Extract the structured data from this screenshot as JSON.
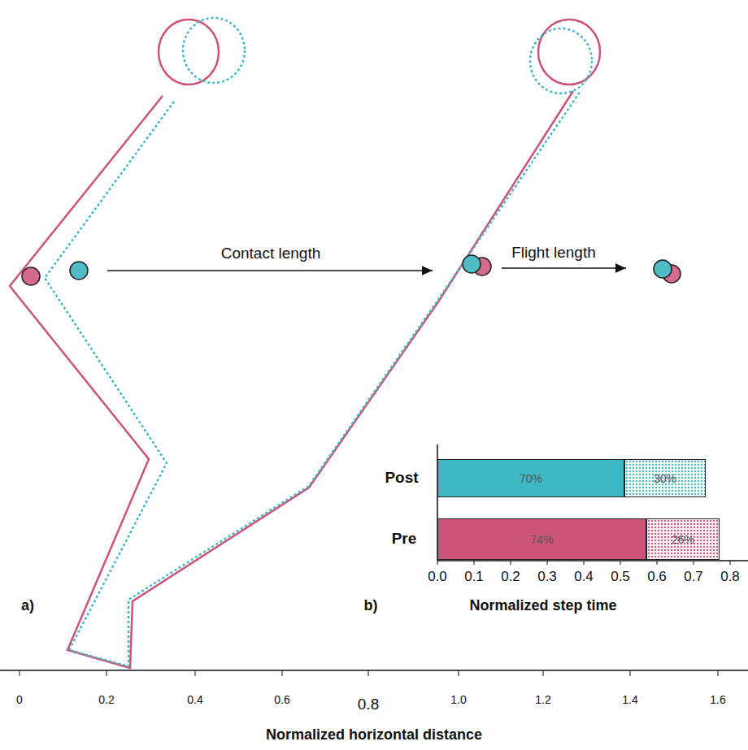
{
  "diagram": {
    "nodes": [
      {
        "text": [
          "70%"
        ]
      },
      {
        "text": [
          "30%"
        ]
      },
      {
        "text": [
          "74%"
        ]
      },
      {
        "text": [
          "26%"
        ]
      }
    ],
    "labels": [
      "Contact length",
      "Flight length",
      "Post",
      "Pre",
      "0.0",
      "0.1",
      "0.2",
      "0.3",
      "0.4",
      "0.5",
      "0.6",
      "0.7",
      "0.8",
      "a)",
      "b)",
      "Normalized step time",
      "0",
      "0.2",
      "0.4",
      "0.6",
      "0.8",
      "1.0",
      "1.2",
      "1.4",
      "1.6",
      "Normalized horizontal distance"
    ]
  }
}
